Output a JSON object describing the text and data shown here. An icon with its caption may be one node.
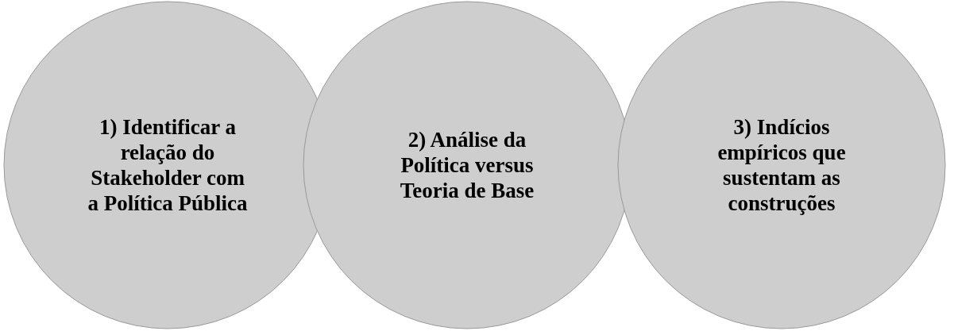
{
  "diagram": {
    "nodes": [
      {
        "text": [
          "1) Identificar a relação do Stakeholder com a Política Pública"
        ]
      },
      {
        "text": [
          "2) Análise da Política versus Teoria de Base"
        ]
      },
      {
        "text": [
          "3) Indícios empíricos que sustentam as construções"
        ]
      }
    ]
  }
}
